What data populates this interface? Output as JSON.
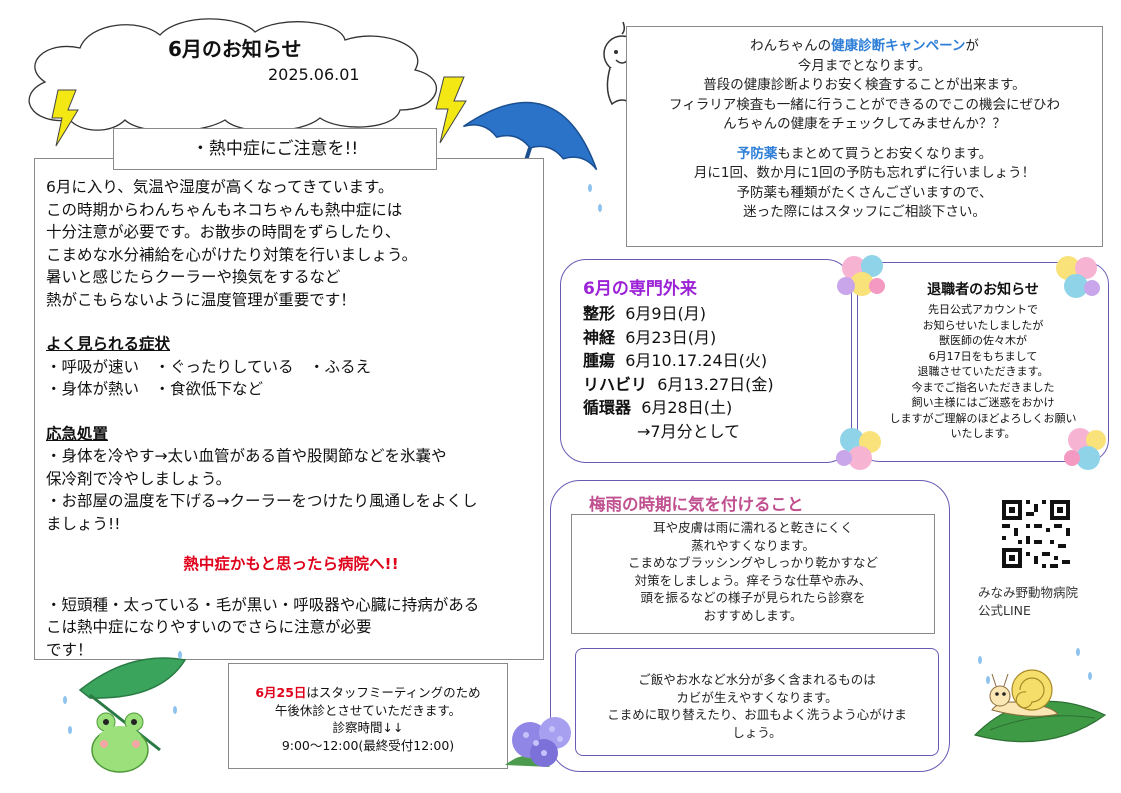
{
  "header": {
    "title": "6月のお知らせ",
    "date": "2025.06.01"
  },
  "heatstroke": {
    "title": "・熱中症にご注意を!!",
    "intro": [
      "6月に入り、気温や湿度が高くなってきています。",
      "この時期からわんちゃんもネコちゃんも熱中症には",
      "十分注意が必要です。お散歩の時間をずらしたり、",
      "こまめな水分補給を心がけたり対策を行いましょう。",
      "暑いと感じたらクーラーや換気をするなど",
      "熱がこもらないように温度管理が重要です！"
    ],
    "symptoms_title": "よく見られる症状",
    "symptoms": [
      "・呼吸が速い　・ぐったりしている　・ふるえ",
      "・身体が熱い　・食欲低下など"
    ],
    "first_aid_title": "応急処置",
    "first_aid": [
      "・身体を冷やす→太い血管がある首や股関節などを氷嚢や",
      "保冷剤で冷やしましょう。",
      "・お部屋の温度を下げる→クーラーをつけたり風通しをよくし",
      "ましょう!!"
    ],
    "warning": "熱中症かもと思ったら病院へ!!",
    "risk": [
      "・短頭種・太っている・毛が黒い・呼吸器や心臓に持病がある",
      "こは熱中症になりやすいのでさらに注意が必要",
      "です！"
    ]
  },
  "campaign": {
    "line1_pre": "わんちゃんの",
    "line1_em": "健康診断キャンペーン",
    "line1_post": "が",
    "lines": [
      "今月までとなります。",
      "普段の健康診断よりお安く検査することが出来ます。",
      "フィラリア検査も一緒に行うことができるのでこの機会にぜひわ",
      "んちゃんの健康をチェックしてみませんか？？"
    ],
    "prev_em": "予防薬",
    "prev_post": "もまとめて買うとお安くなります。",
    "prev_lines": [
      "月に1回、数か月に1回の予防も忘れずに行いましょう！",
      "予防薬も種類がたくさんございますので、",
      "迷った際にはスタッフにご相談下さい。"
    ]
  },
  "clinic": {
    "title": "6月の専門外来",
    "rows": [
      {
        "dept": "整形",
        "dates": "6月9日(月)"
      },
      {
        "dept": "神経",
        "dates": "6月23日(月)"
      },
      {
        "dept": "腫瘍",
        "dates": "6月10.17.24日(火)"
      },
      {
        "dept": "リハビリ",
        "dates": "6月13.27日(金)"
      },
      {
        "dept": "循環器",
        "dates": "6月28日(土)"
      }
    ],
    "note": "→7月分として"
  },
  "retirement": {
    "title": "退職者のお知らせ",
    "lines": [
      "先日公式アカウントで",
      "お知らせいたしましたが",
      "獣医師の佐々木が",
      "6月17日をもちまして",
      "退職させていただきます。",
      "今までご指名いただきました",
      "飼い主様にはご迷惑をおかけ",
      "しますがご理解のほどよろしくお願い",
      "いたします。"
    ]
  },
  "rainy": {
    "title": "梅雨の時期に気を付けること",
    "box1": [
      "耳や皮膚は雨に濡れると乾きにくく",
      "蒸れやすくなります。",
      "こまめなブラッシングやしっかり乾かすなど",
      "対策をしましょう。痒そうな仕草や赤み、",
      "頭を振るなどの様子が見られたら診察を",
      "おすすめします。"
    ],
    "box2": [
      "ご飯やお水など水分が多く含まれるものは",
      "カビが生えやすくなります。",
      "こまめに取り替えたり、お皿もよく洗うよう心がけま",
      "しょう。"
    ]
  },
  "staff_notice": {
    "date_em": "6月25日",
    "line1_post": "はスタッフミーティングのため",
    "line2": "午後休診とさせていただきます。",
    "line3": "診察時間↓↓",
    "line4": "9:00〜12:00(最終受付12:00)"
  },
  "qr": {
    "caption1": "みなみ野動物病院",
    "caption2": "公式LINE"
  },
  "colors": {
    "accent_blue": "#2f7fd8",
    "warning_red": "#e0001b",
    "clinic_purple": "#9b22d6",
    "rainy_pink": "#c0508f",
    "lightning_yellow": "#f3e814"
  }
}
